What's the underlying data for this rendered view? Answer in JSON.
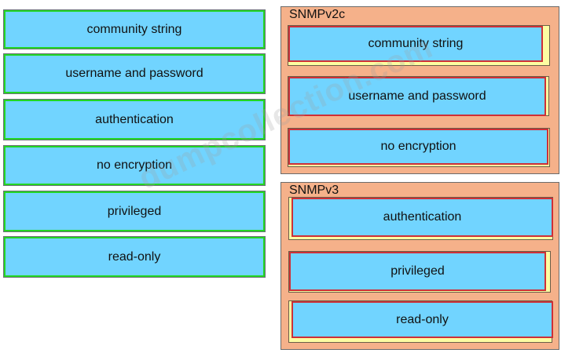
{
  "source": {
    "items": [
      {
        "label": "community string"
      },
      {
        "label": "username and password"
      },
      {
        "label": "authentication"
      },
      {
        "label": "no encryption"
      },
      {
        "label": "privileged"
      },
      {
        "label": "read-only"
      }
    ]
  },
  "targets": {
    "snmpv2c": {
      "title": "SNMPv2c",
      "items": [
        {
          "label": "community string"
        },
        {
          "label": "username and password"
        },
        {
          "label": "no encryption"
        }
      ]
    },
    "snmpv3": {
      "title": "SNMPv3",
      "items": [
        {
          "label": "authentication"
        },
        {
          "label": "privileged"
        },
        {
          "label": "read-only"
        }
      ]
    }
  },
  "watermark": {
    "text": "dumpcollection.com"
  },
  "colors": {
    "item_fill": "#71d4ff",
    "source_border": "#23d623",
    "target_border": "#ce3037",
    "panel_fill": "#f5b18a",
    "shadow_fill": "#fdfda2"
  }
}
